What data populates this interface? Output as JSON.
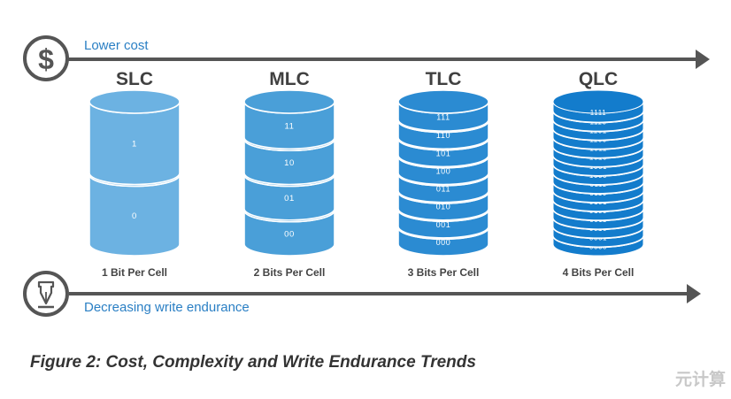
{
  "top_axis": {
    "label": "Lower cost",
    "icon": "dollar-icon"
  },
  "bottom_axis": {
    "label": "Decreasing write endurance",
    "icon": "pen-nib-icon"
  },
  "cell_types": [
    {
      "name": "SLC",
      "caption": "1 Bit Per Cell",
      "levels": [
        "1",
        "0"
      ],
      "color": "#6cb2e2"
    },
    {
      "name": "MLC",
      "caption": "2 Bits Per Cell",
      "levels": [
        "11",
        "10",
        "01",
        "00"
      ],
      "color": "#4a9fd8"
    },
    {
      "name": "TLC",
      "caption": "3 Bits Per Cell",
      "levels": [
        "111",
        "110",
        "101",
        "100",
        "011",
        "010",
        "001",
        "000"
      ],
      "color": "#2b8bd2"
    },
    {
      "name": "QLC",
      "caption": "4 Bits Per Cell",
      "levels": [
        "1111",
        "1110",
        "1101",
        "1100",
        "1011",
        "1010",
        "1001",
        "1000",
        "0111",
        "0110",
        "0101",
        "0100",
        "0011",
        "0010",
        "0001",
        "0000"
      ],
      "color": "#137ccc"
    }
  ],
  "figure_caption": "Figure 2: Cost, Complexity and Write Endurance Trends",
  "watermark": "元计算",
  "colors": {
    "arrow": "#555555",
    "axis_label": "#2a7fc4",
    "title": "#404040",
    "stroke": "#ffffff"
  }
}
